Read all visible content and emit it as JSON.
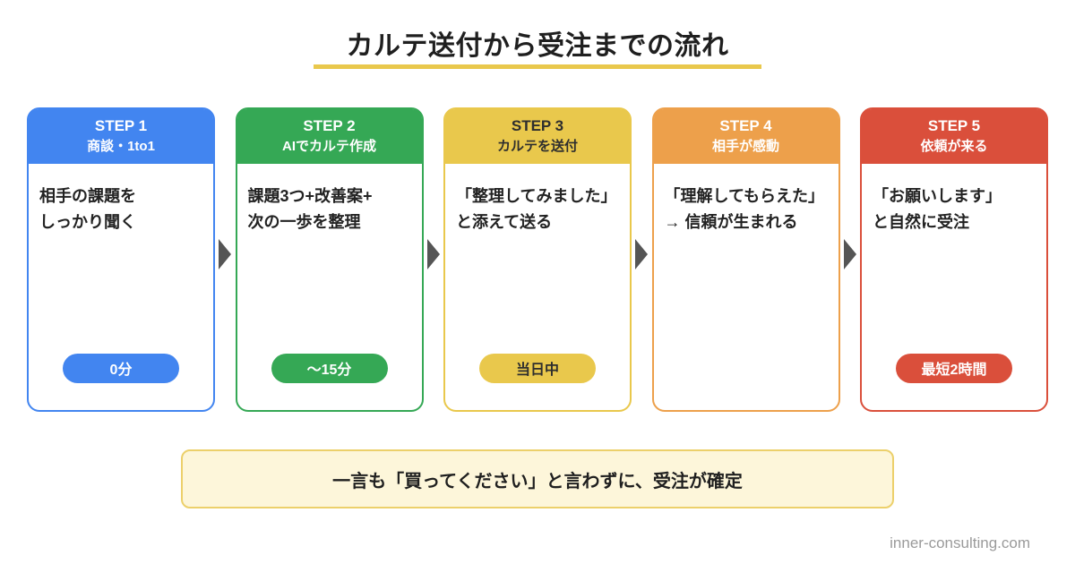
{
  "title": "カルテ送付から受注までの流れ",
  "steps": [
    {
      "label": "STEP 1",
      "subtitle": "商談・1to1",
      "body": "相手の課題を\nしっかり聞く",
      "badge": "0分",
      "color": "#4285F0"
    },
    {
      "label": "STEP 2",
      "subtitle": "AIでカルテ作成",
      "body": "課題3つ+改善案+\n次の一歩を整理",
      "badge": "〜15分",
      "color": "#35A855"
    },
    {
      "label": "STEP 3",
      "subtitle": "カルテを送付",
      "body": "「整理してみました」\nと添えて送る",
      "badge": "当日中",
      "color": "#E9C84C"
    },
    {
      "label": "STEP 4",
      "subtitle": "相手が感動",
      "body": "「理解してもらえた」\n→ 信頼が生まれる",
      "badge": null,
      "color": "#EDA04B"
    },
    {
      "label": "STEP 5",
      "subtitle": "依頼が来る",
      "body": "「お願いします」\nと自然に受注",
      "badge": "最短2時間",
      "color": "#DA4F3B"
    }
  ],
  "banner": {
    "text": "一言も「買ってください」と言わずに、受注が確定"
  },
  "footer": {
    "text": "inner-consulting.com"
  },
  "colors": {
    "accent_underline": "#E9C84C",
    "arrow": "#555555",
    "step1_blue": "#4285F0",
    "step2_green": "#35A855",
    "step3_yellow": "#E9C84C",
    "step4_orange": "#EDA04B",
    "step5_red": "#DA4F3B",
    "banner_bg": "#FDF6DA",
    "banner_border": "#ECD06B",
    "step3_text": "#2E2E2E"
  }
}
